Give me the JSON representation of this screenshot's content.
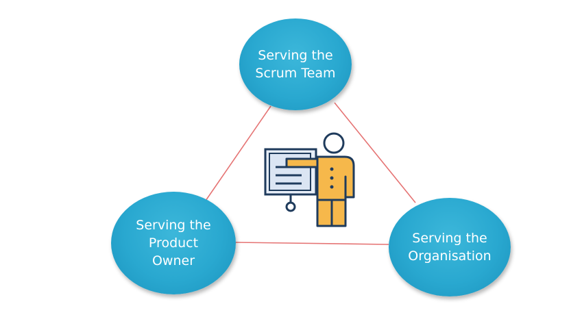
{
  "nodes": {
    "top": {
      "label": "Serving the\nScrum Team"
    },
    "left": {
      "label": "Serving the\nProduct\nOwner"
    },
    "right": {
      "label": "Serving the\nOrganisation"
    }
  },
  "colors": {
    "node_fill": "#29a8d0",
    "connector": "#e57373",
    "icon_outline": "#1f3b5c",
    "icon_figure": "#f6b84b",
    "board_fill": "#e7eef8"
  },
  "icon": "presenter-at-board-icon"
}
